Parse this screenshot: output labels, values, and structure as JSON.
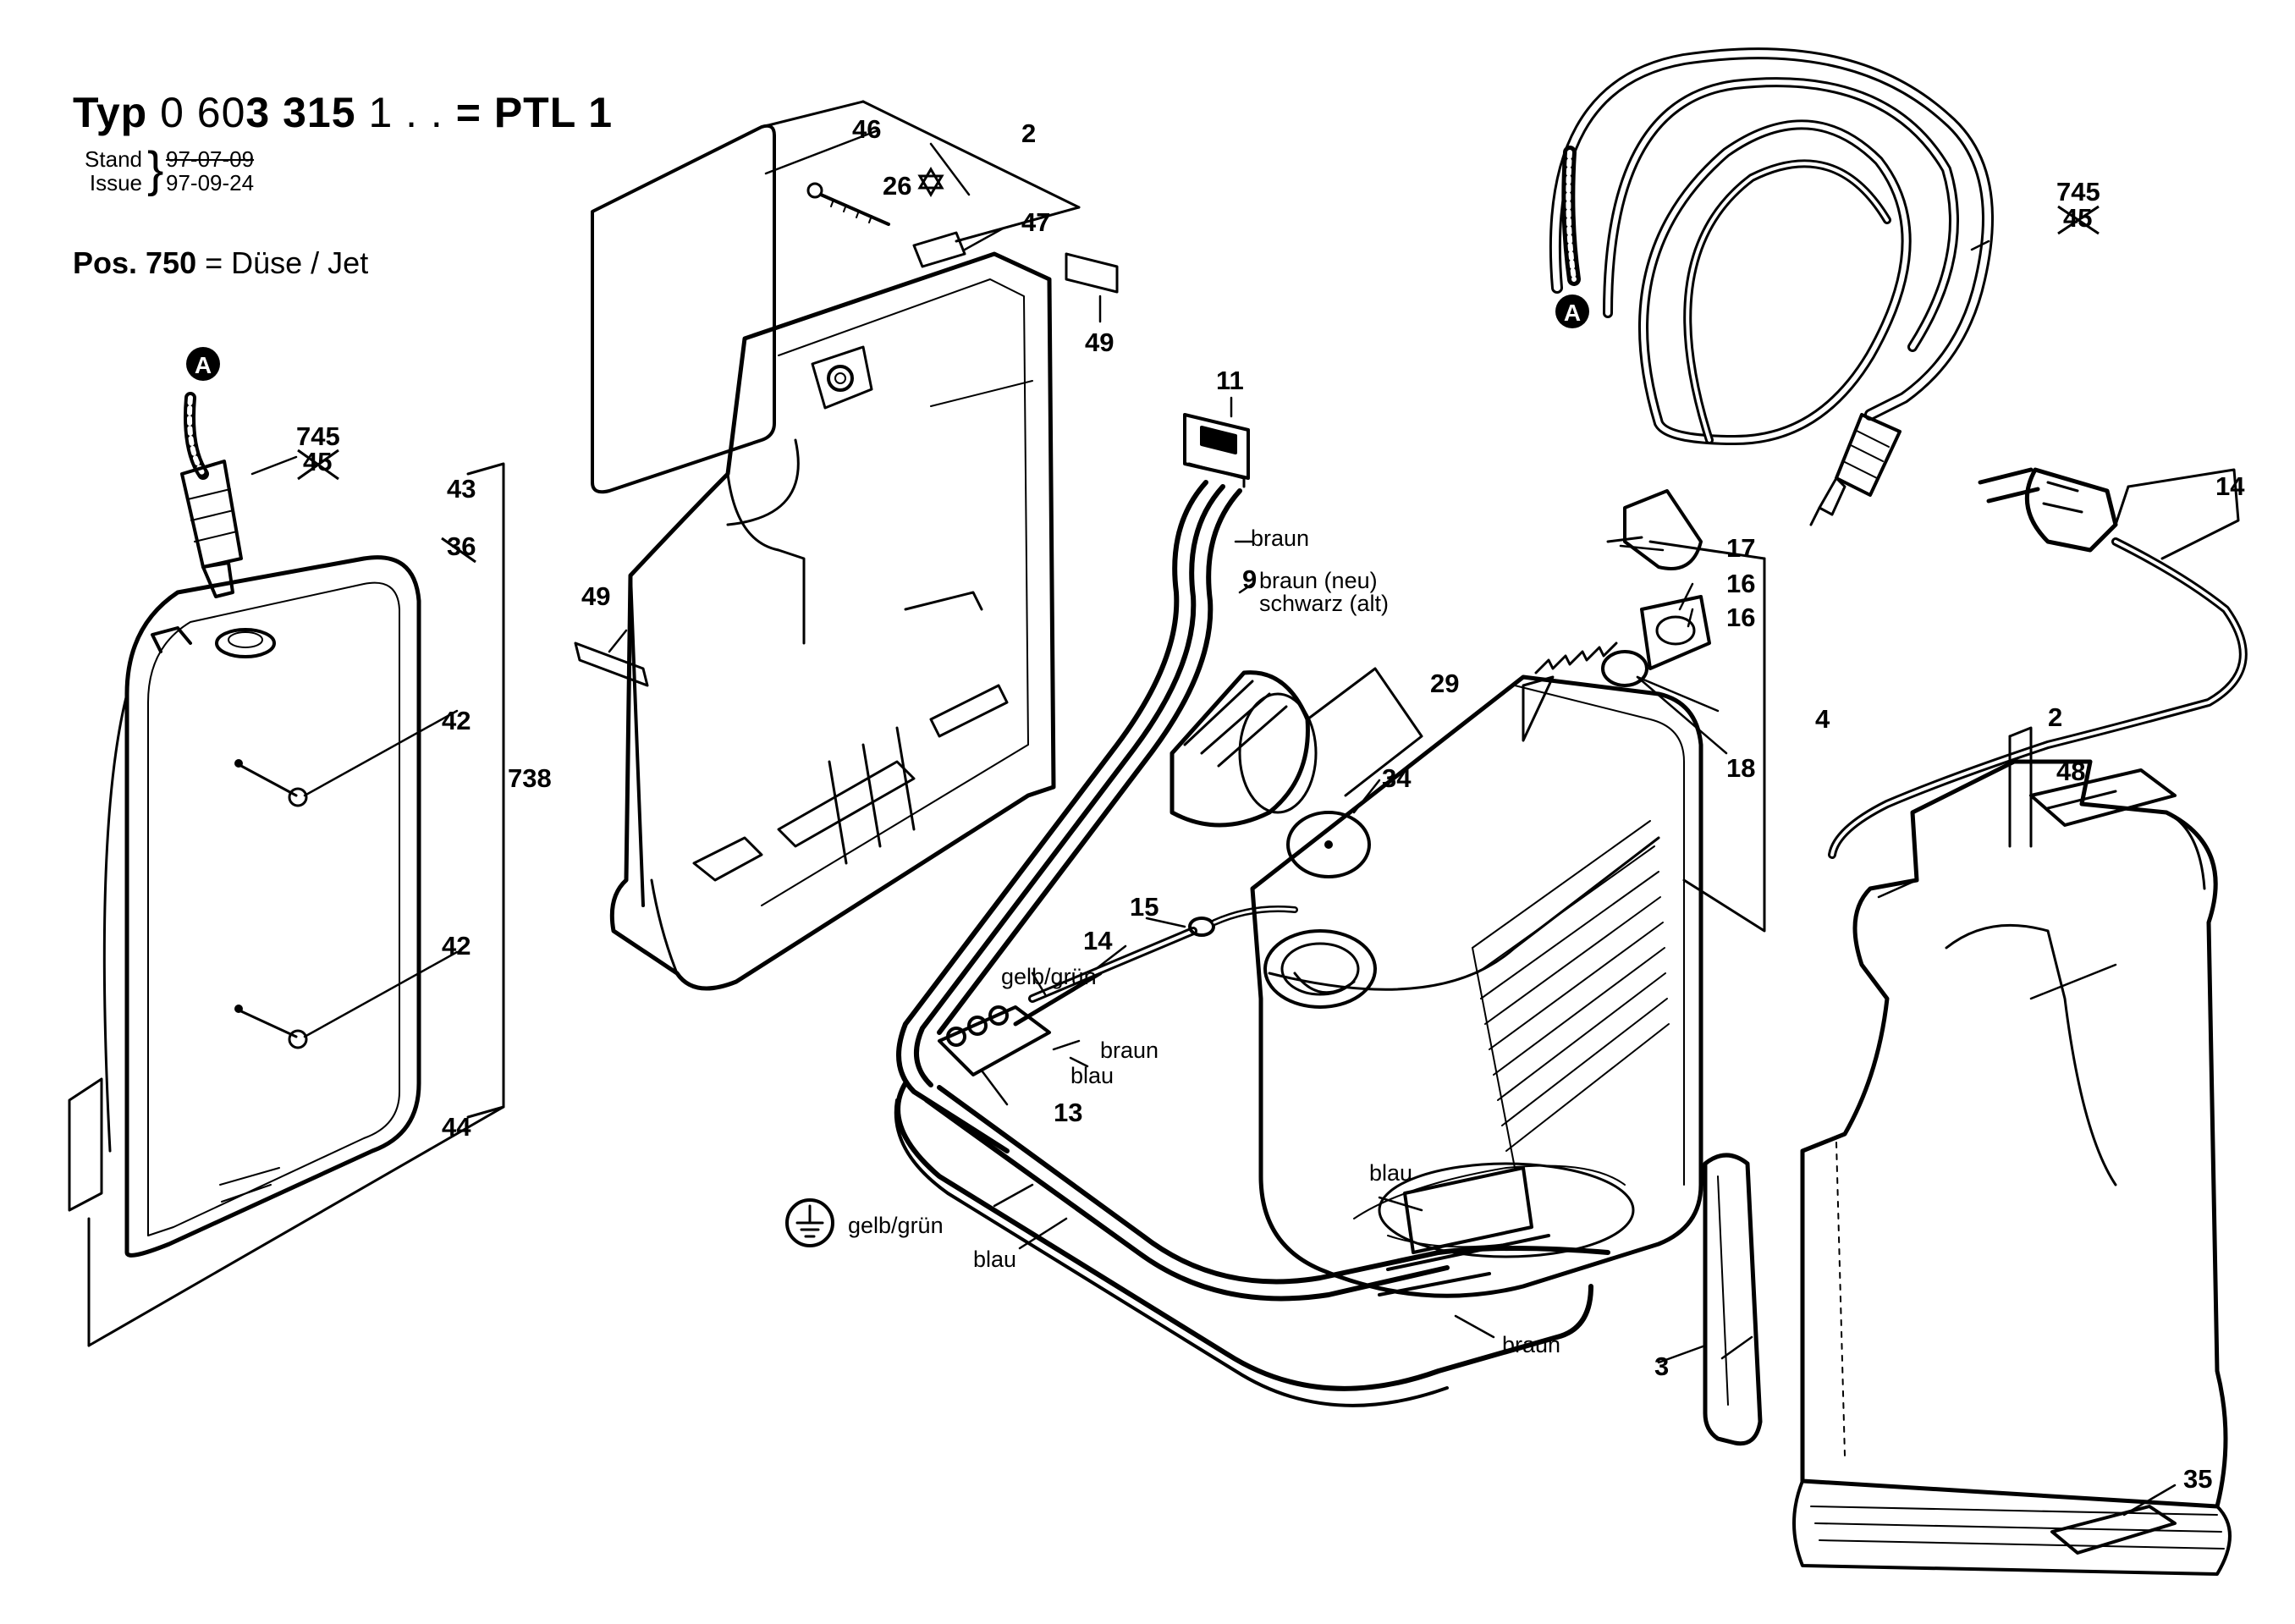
{
  "header": {
    "typ_prefix": "Typ",
    "typ_number_light_1": "0 60",
    "typ_number_bold": "3 315",
    "typ_number_light_2": "1 . .",
    "typ_suffix": "= PTL 1",
    "stand_label": "Stand",
    "stand_date": "97-07-09",
    "issue_label": "Issue",
    "issue_date": "97-09-24",
    "pos_label": "Pos. 750",
    "pos_text": "= Düse / Jet"
  },
  "callouts": {
    "p46": "46",
    "p2a": "2",
    "p26": "26",
    "p47": "47",
    "p49a": "49",
    "p49b": "49",
    "p11": "11",
    "p9": "9",
    "p745a": "745",
    "p45a": "45",
    "p43": "43",
    "p36": "36",
    "p42a": "42",
    "p42b": "42",
    "p738": "738",
    "p44": "44",
    "p29": "29",
    "p34": "34",
    "p15": "15",
    "p14a": "14",
    "p13": "13",
    "p17": "17",
    "p16a": "16",
    "p16b": "16",
    "p4": "4",
    "p18": "18",
    "p745b": "745",
    "p45b": "45",
    "p14b": "14",
    "p2b": "2",
    "p48": "48",
    "p3": "3",
    "p35": "35",
    "markerA1": "A",
    "markerA2": "A"
  },
  "wire_labels": {
    "braun1": "braun",
    "braun_neu": "braun (neu)",
    "schwarz_alt": "schwarz (alt)",
    "gelb_gruen1": "gelb/grün",
    "braun2": "braun",
    "blau1": "blau",
    "blau2": "blau",
    "gelb_gruen2": "gelb/grün",
    "blau3": "blau",
    "braun3": "braun"
  },
  "icons": [
    "ground-symbol-icon",
    "star-marker-icon",
    "circle-a-marker-icon"
  ]
}
